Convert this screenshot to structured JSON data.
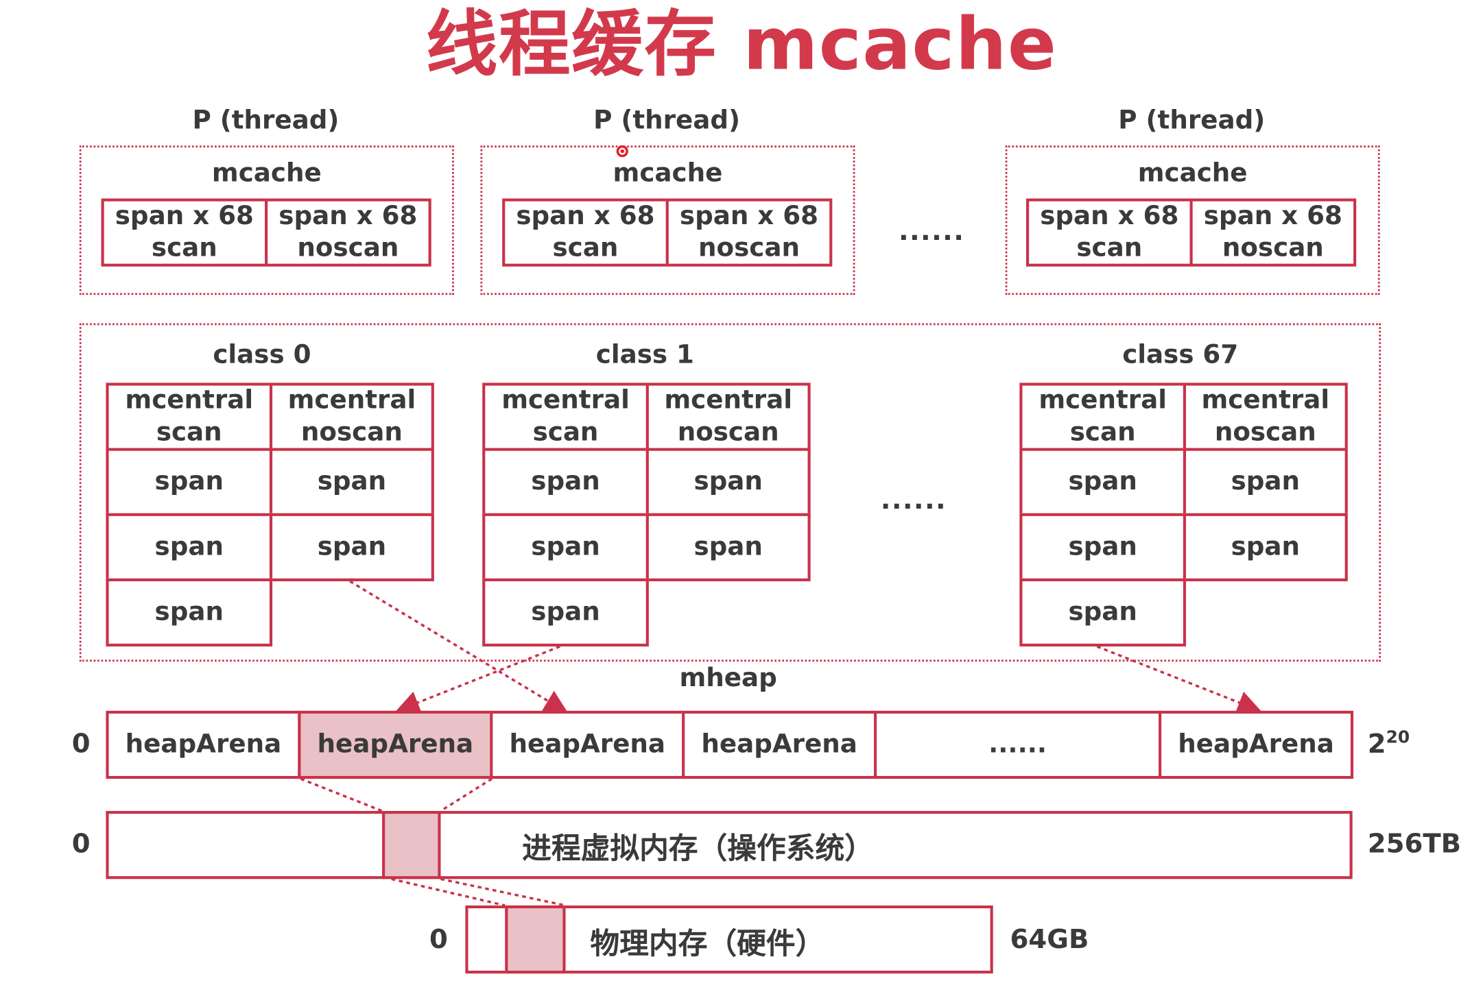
{
  "title": "线程缓存 mcache",
  "threads": [
    {
      "label": "P (thread)",
      "mcache_label": "mcache",
      "cells": [
        "span x 68\nscan",
        "span x 68\nnoscan"
      ]
    },
    {
      "label": "P (thread)",
      "mcache_label": "mcache",
      "cells": [
        "span x 68\nscan",
        "span x 68\nnoscan"
      ]
    },
    {
      "label": "P (thread)",
      "mcache_label": "mcache",
      "cells": [
        "span x 68\nscan",
        "span x 68\nnoscan"
      ]
    }
  ],
  "thread_ellipsis": "......",
  "classes": [
    {
      "label": "class 0",
      "headers": [
        "mcentral\nscan",
        "mcentral\nnoscan"
      ],
      "span": "span"
    },
    {
      "label": "class 1",
      "headers": [
        "mcentral\nscan",
        "mcentral\nnoscan"
      ],
      "span": "span"
    },
    {
      "label": "class 67",
      "headers": [
        "mcentral\nscan",
        "mcentral\nnoscan"
      ],
      "span": "span"
    }
  ],
  "class_ellipsis": "......",
  "mheap_label": "mheap",
  "heap": {
    "start": "0",
    "end_base": "2",
    "end_exp": "20",
    "arenas": [
      "heapArena",
      "heapArena",
      "heapArena",
      "heapArena",
      "......",
      "heapArena"
    ],
    "highlighted_index": 1
  },
  "virtual_memory": {
    "start": "0",
    "label": "进程虚拟内存（操作系统）",
    "end": "256TB"
  },
  "physical_memory": {
    "start": "0",
    "label": "物理内存（硬件）",
    "end": "64GB"
  },
  "colors": {
    "accent": "#c9324a",
    "title": "#d23a4c",
    "highlight": "#e9c1c6"
  }
}
